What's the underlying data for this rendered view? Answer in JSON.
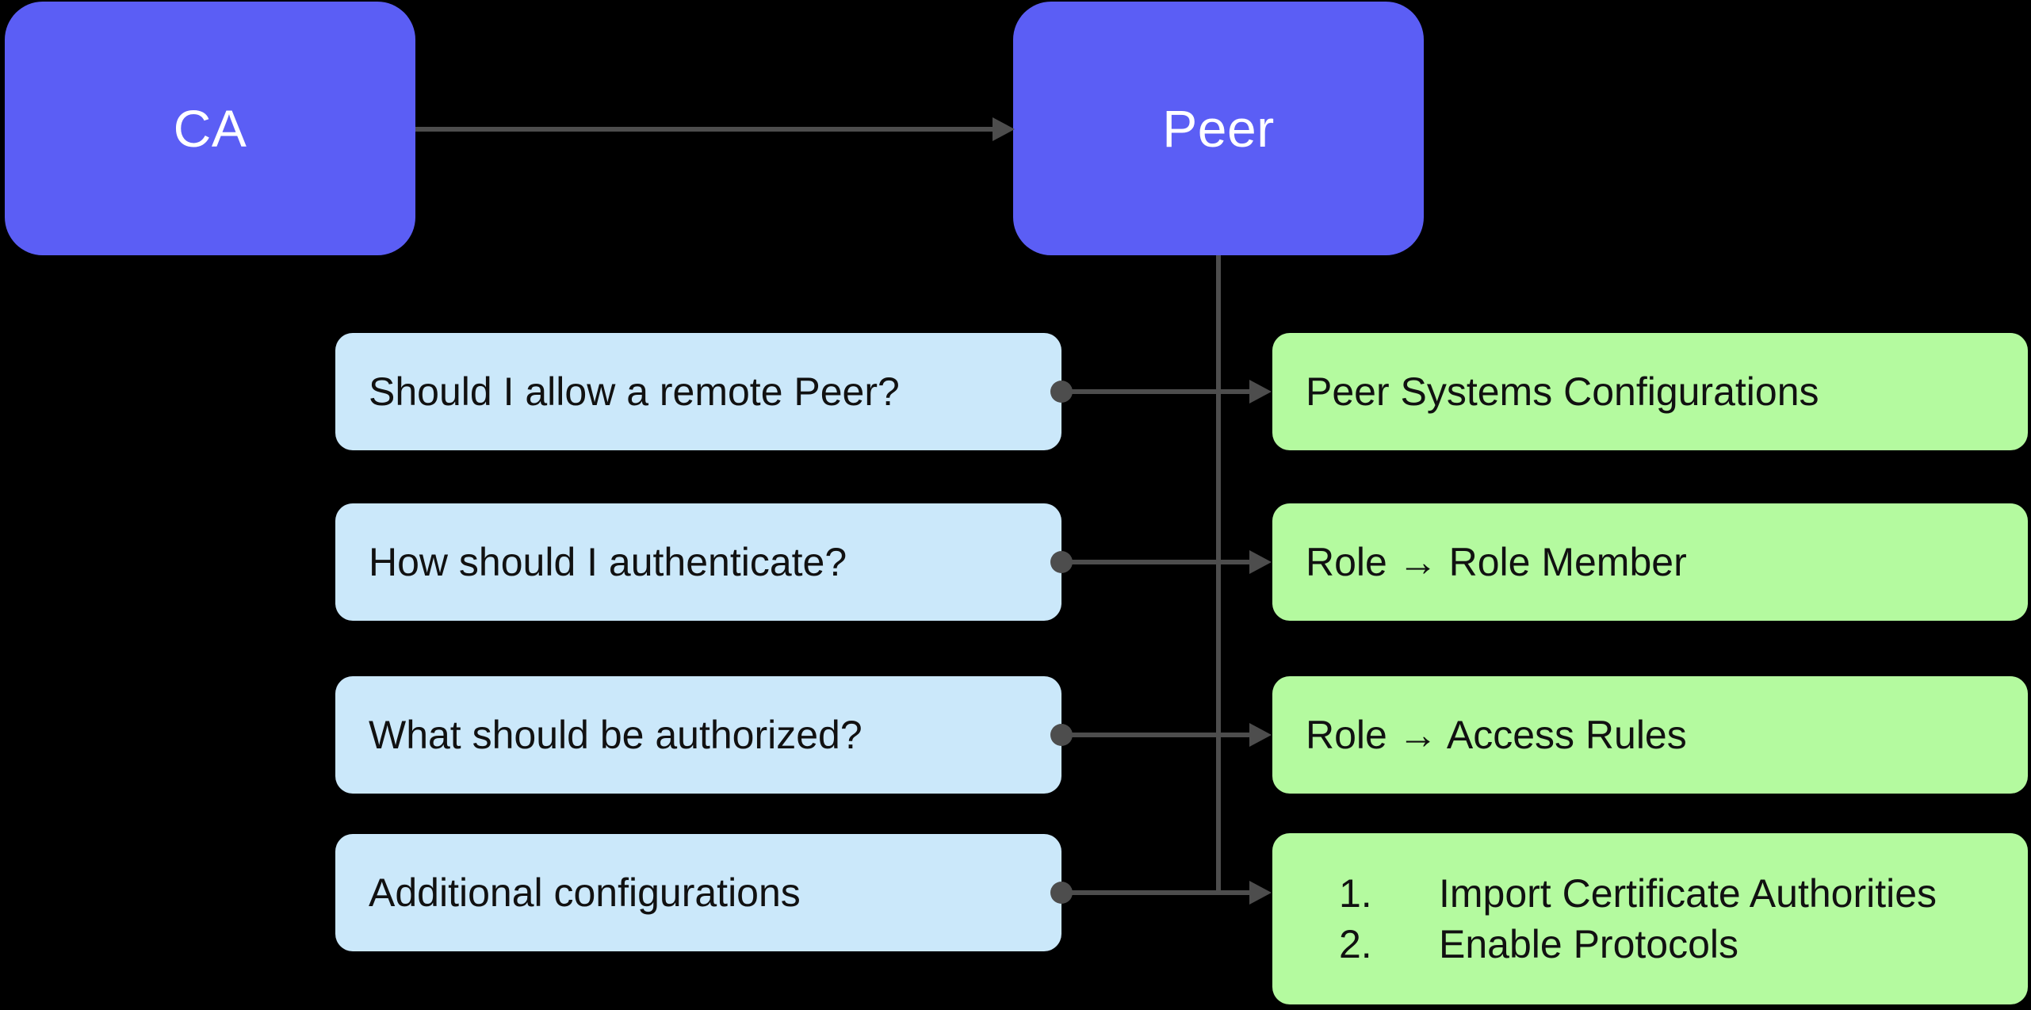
{
  "colors": {
    "background": "#000000",
    "node": "#5b5ef5",
    "node_text": "#ffffff",
    "question": "#cbe8fa",
    "answer": "#b4fa9f",
    "connector": "#4d4d4d",
    "text": "#111111"
  },
  "nodes": {
    "ca": {
      "label": "CA"
    },
    "peer": {
      "label": "Peer"
    }
  },
  "rows": [
    {
      "question": "Should I allow a remote Peer?",
      "answer": "Peer Systems Configurations"
    },
    {
      "question": "How should I authenticate?",
      "answer": "Role → Role Member"
    },
    {
      "question": "What should be authorized?",
      "answer": "Role → Access Rules"
    },
    {
      "question": "Additional configurations",
      "answer_items": [
        {
          "marker": "1.",
          "text": "Import Certificate Authorities"
        },
        {
          "marker": "2.",
          "text": "Enable Protocols"
        }
      ]
    }
  ]
}
